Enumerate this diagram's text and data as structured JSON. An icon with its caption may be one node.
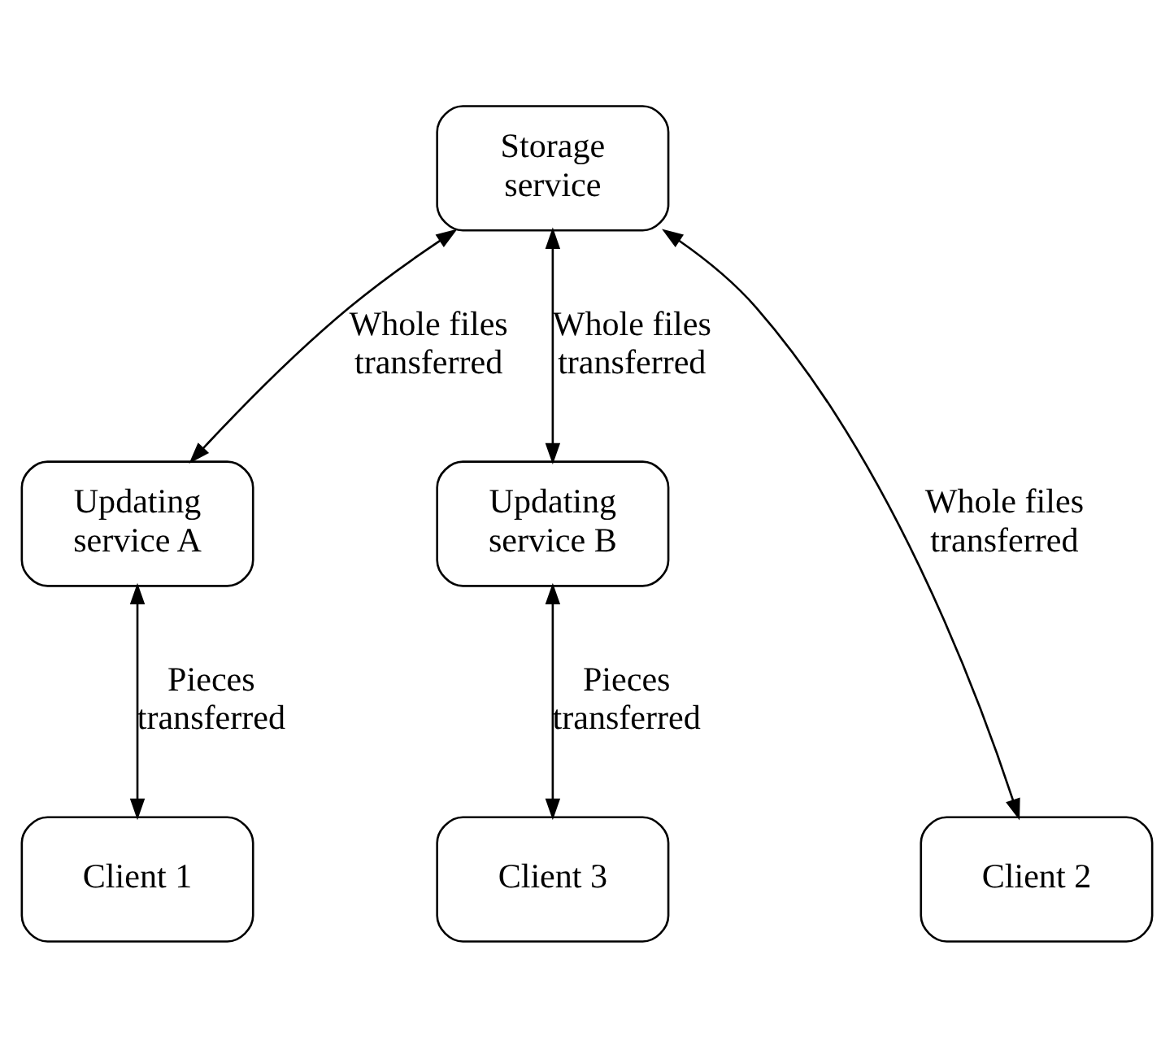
{
  "diagram": {
    "nodes": [
      {
        "text": [
          "Storage service"
        ]
      },
      {
        "text": [
          "Updating service A"
        ]
      },
      {
        "text": [
          "Updating service B"
        ]
      },
      {
        "text": [
          "Client 1"
        ]
      },
      {
        "text": [
          "Client 2"
        ]
      },
      {
        "text": [
          "Client 3"
        ]
      }
    ],
    "edges": [
      {
        "from": 1,
        "to": 0,
        "arrow": "both",
        "label": "Whole files transferred"
      },
      {
        "from": 4,
        "to": 0,
        "arrow": "both",
        "label": "Whole files transferred"
      },
      {
        "from": 2,
        "to": 0,
        "arrow": "both",
        "label": "Whole files transferred"
      },
      {
        "from": 3,
        "to": 1,
        "arrow": "both",
        "label": "Pieces transferred"
      },
      {
        "from": 5,
        "to": 2,
        "arrow": "both",
        "label": "Pieces transferred"
      }
    ]
  }
}
